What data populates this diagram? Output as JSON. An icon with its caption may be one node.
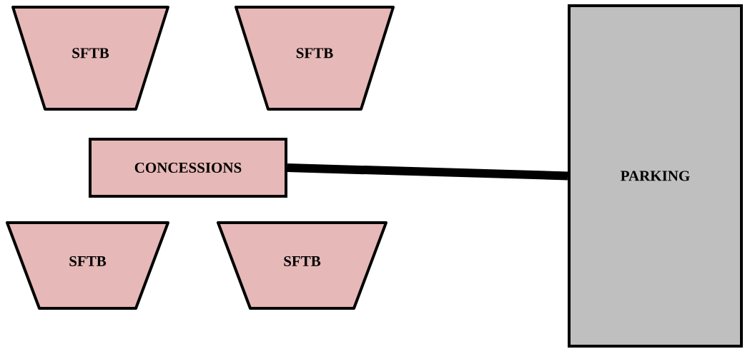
{
  "diagram": {
    "nodes": [
      {
        "text": [
          "SFTB"
        ]
      },
      {
        "text": [
          "SFTB"
        ]
      },
      {
        "text": [
          "CONCESSIONS"
        ]
      },
      {
        "text": [
          "PARKING"
        ]
      },
      {
        "text": [
          "SFTB"
        ]
      },
      {
        "text": [
          "SFTB"
        ]
      }
    ],
    "edges": [
      {
        "from": 2,
        "to": 3,
        "arrow": "none"
      }
    ]
  }
}
